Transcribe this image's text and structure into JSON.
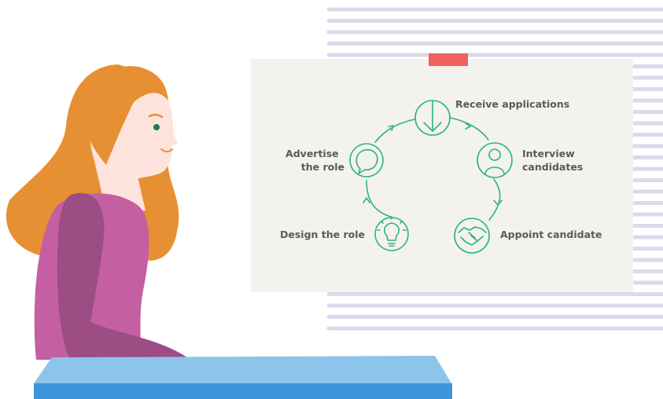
{
  "colors": {
    "background": "#ffffff",
    "stripes": "#dcd9ec",
    "board": "#f3f2ef",
    "pin": "#f1605d",
    "accent_green": "#2bb673",
    "label_text": "#5a5a5a",
    "hair": "#e79033",
    "skin": "#fde3dc",
    "shirt": "#c35fa2",
    "arm": "#9c4d84",
    "desk_top": "#8dc4ea",
    "desk_front": "#3a95dc"
  },
  "diagram": {
    "steps": [
      {
        "id": "design",
        "label_lines": [
          "Design the role"
        ],
        "icon": "lightbulb-icon"
      },
      {
        "id": "advertise",
        "label_lines": [
          "Advertise",
          "the role"
        ],
        "icon": "speech-bubble-icon"
      },
      {
        "id": "receive",
        "label_lines": [
          "Receive applications"
        ],
        "icon": "download-arrow-icon"
      },
      {
        "id": "interview",
        "label_lines": [
          "Interview",
          "candidates"
        ],
        "icon": "person-icon"
      },
      {
        "id": "appoint",
        "label_lines": [
          "Appoint candidate"
        ],
        "icon": "handshake-icon"
      }
    ]
  }
}
